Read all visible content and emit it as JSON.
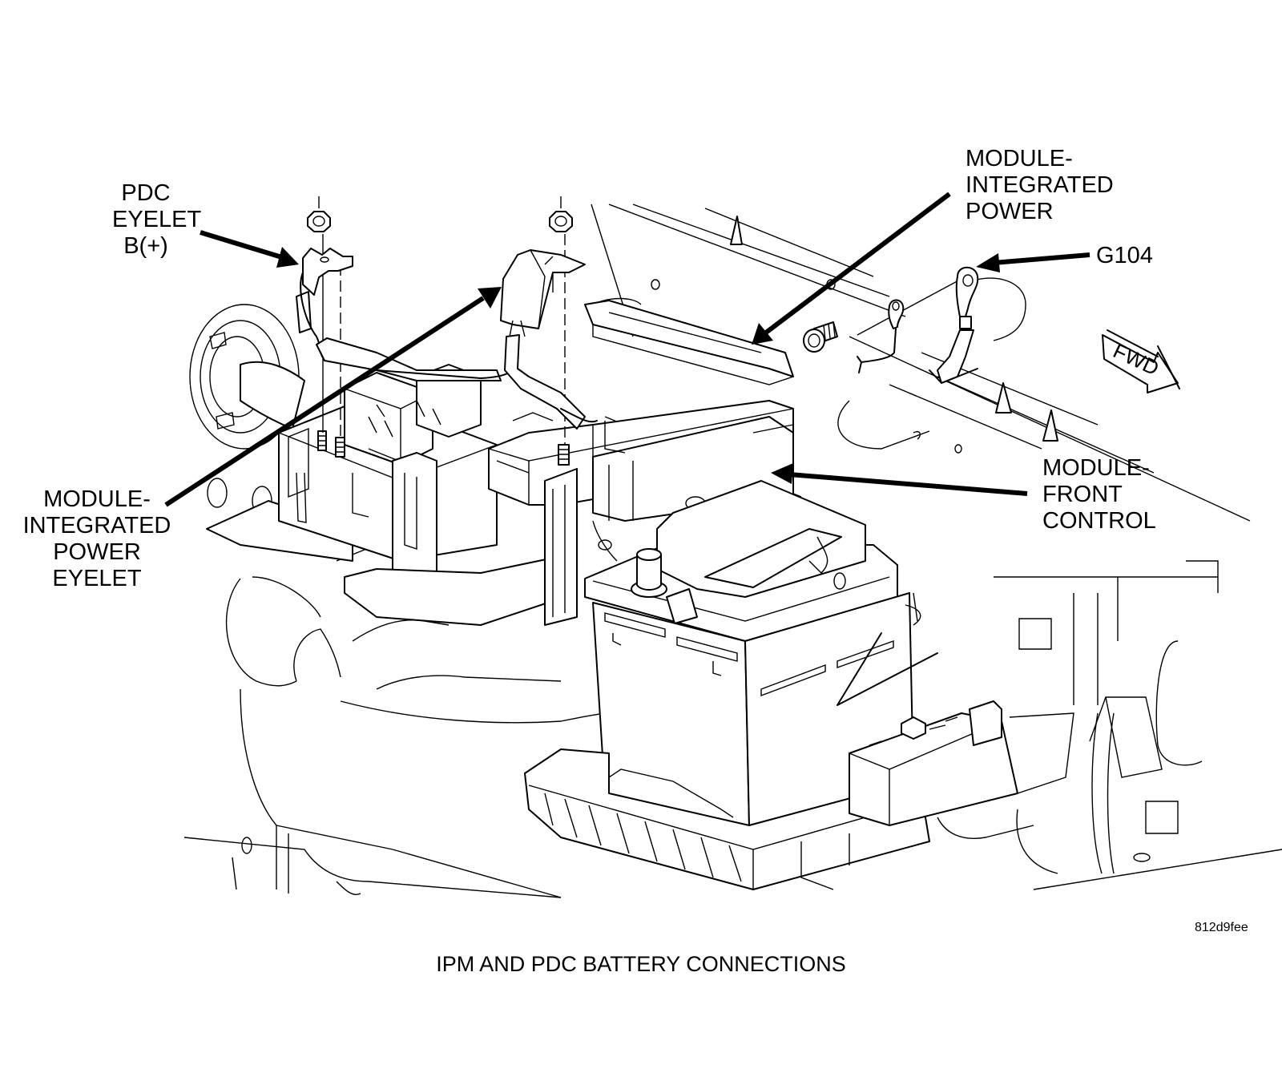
{
  "figure": {
    "caption": "IPM AND PDC BATTERY CONNECTIONS",
    "figure_id": "812d9fee"
  },
  "callouts": [
    {
      "id": "pdc-eyelet",
      "lines": [
        "PDC",
        "EYELET",
        "B(+)"
      ]
    },
    {
      "id": "module-integrated-power-eyelet",
      "lines": [
        "MODULE-",
        "INTEGRATED",
        "POWER",
        "EYELET"
      ]
    },
    {
      "id": "module-integrated-power",
      "lines": [
        "MODULE-",
        "INTEGRATED",
        "POWER"
      ]
    },
    {
      "id": "g104",
      "lines": [
        "G104"
      ]
    },
    {
      "id": "module-front-control",
      "lines": [
        "MODULE-",
        "FRONT",
        "CONTROL"
      ]
    }
  ],
  "direction_indicator": {
    "label": "FWD",
    "icon": "forward-arrow-icon"
  },
  "components": [
    "battery",
    "battery-tray",
    "integrated-power-module",
    "front-control-module",
    "power-distribution-center",
    "pdc-battery-cable",
    "ipm-battery-cable",
    "ground-eyelet-g104",
    "ground-bolt",
    "nuts",
    "studs",
    "engine-compartment-panel",
    "intake-duct"
  ]
}
